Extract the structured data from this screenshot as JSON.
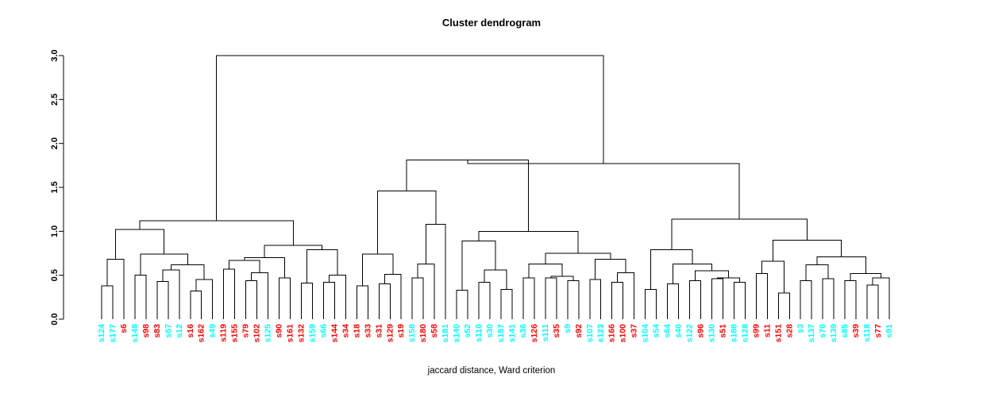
{
  "plot": {
    "title": "Cluster dendrogram",
    "caption": "jaccard distance, Ward criterion",
    "background": "#ffffff",
    "link_color": "#000000",
    "label_colors": {
      "group_a": "#00FFFF",
      "group_b": "#FF0000"
    }
  },
  "chart_data": {
    "type": "dendrogram",
    "title": "Cluster dendrogram",
    "xlabel": "jaccard distance, Ward criterion",
    "ylabel": "",
    "ylim": [
      0.0,
      3.0
    ],
    "yticks": [
      "0.0",
      "0.5",
      "1.0",
      "1.5",
      "2.0",
      "2.5",
      "3.0"
    ],
    "ytick_values": [
      0.0,
      0.5,
      1.0,
      1.5,
      2.0,
      2.5,
      3.0
    ],
    "grid": false,
    "legend": "none",
    "n_leaves": 72,
    "leaf_order": [
      "s124",
      "s177",
      "s6",
      "s148",
      "s98",
      "s83",
      "s67",
      "s12",
      "s16",
      "s162",
      "s49",
      "s119",
      "s155",
      "s79",
      "s102",
      "s125",
      "s90",
      "s161",
      "s132",
      "s159",
      "s66",
      "s144",
      "s34",
      "s18",
      "s33",
      "s31",
      "s129",
      "s19",
      "s158",
      "s180",
      "s58",
      "s181",
      "s140",
      "s52",
      "s110",
      "s30",
      "s157",
      "s141",
      "s36",
      "s126",
      "s111",
      "s35",
      "s9",
      "s92",
      "s107",
      "s123",
      "s166",
      "s100",
      "s37",
      "s104",
      "s54",
      "s64",
      "s40",
      "s122",
      "s96",
      "s130",
      "s51",
      "s188",
      "s128",
      "s99",
      "s11",
      "s151",
      "s28",
      "s3",
      "s137",
      "s70",
      "s139",
      "s85",
      "s39",
      "s118",
      "s77",
      "s91"
    ],
    "leaf_label_colors": [
      "#00FFFF",
      "#00FFFF",
      "#FF0000",
      "#00FFFF",
      "#FF0000",
      "#FF0000",
      "#00FFFF",
      "#00FFFF",
      "#FF0000",
      "#FF0000",
      "#00FFFF",
      "#FF0000",
      "#FF0000",
      "#FF0000",
      "#FF0000",
      "#00FFFF",
      "#FF0000",
      "#FF0000",
      "#FF0000",
      "#00FFFF",
      "#00FFFF",
      "#FF0000",
      "#FF0000",
      "#FF0000",
      "#FF0000",
      "#FF0000",
      "#FF0000",
      "#FF0000",
      "#00FFFF",
      "#FF0000",
      "#FF0000",
      "#00FFFF",
      "#00FFFF",
      "#00FFFF",
      "#00FFFF",
      "#00FFFF",
      "#00FFFF",
      "#00FFFF",
      "#00FFFF",
      "#FF0000",
      "#00FFFF",
      "#FF0000",
      "#00FFFF",
      "#FF0000",
      "#00FFFF",
      "#00FFFF",
      "#FF0000",
      "#FF0000",
      "#FF0000",
      "#00FFFF",
      "#00FFFF",
      "#00FFFF",
      "#00FFFF",
      "#00FFFF",
      "#FF0000",
      "#00FFFF",
      "#FF0000",
      "#00FFFF",
      "#00FFFF",
      "#FF0000",
      "#FF0000",
      "#FF0000",
      "#FF0000",
      "#00FFFF",
      "#00FFFF",
      "#00FFFF",
      "#00FFFF",
      "#00FFFF",
      "#FF0000",
      "#00FFFF",
      "#FF0000",
      "#00FFFF"
    ],
    "merges": [
      {
        "id": "m1",
        "left": "s124",
        "right": "s177",
        "height": 0.38
      },
      {
        "id": "m2",
        "left": "m1",
        "right": "s6",
        "height": 0.68
      },
      {
        "id": "m3",
        "left": "s148",
        "right": "s98",
        "height": 0.5
      },
      {
        "id": "m4",
        "left": "s83",
        "right": "s67",
        "height": 0.43
      },
      {
        "id": "m5",
        "left": "m4",
        "right": "s12",
        "height": 0.56
      },
      {
        "id": "m6",
        "left": "s16",
        "right": "s162",
        "height": 0.32
      },
      {
        "id": "m7",
        "left": "m6",
        "right": "s49",
        "height": 0.45
      },
      {
        "id": "m8",
        "left": "m5",
        "right": "m7",
        "height": 0.62
      },
      {
        "id": "m9",
        "left": "m3",
        "right": "m8",
        "height": 0.74
      },
      {
        "id": "m10",
        "left": "m2",
        "right": "m9",
        "height": 1.02
      },
      {
        "id": "m11",
        "left": "s119",
        "right": "s155",
        "height": 0.57
      },
      {
        "id": "m12",
        "left": "s79",
        "right": "s102",
        "height": 0.44
      },
      {
        "id": "m13",
        "left": "m12",
        "right": "s125",
        "height": 0.53
      },
      {
        "id": "m14",
        "left": "m11",
        "right": "m13",
        "height": 0.67
      },
      {
        "id": "m15",
        "left": "s90",
        "right": "s161",
        "height": 0.47
      },
      {
        "id": "m16",
        "left": "m14",
        "right": "m15",
        "height": 0.7
      },
      {
        "id": "m17",
        "left": "s132",
        "right": "s159",
        "height": 0.41
      },
      {
        "id": "m18",
        "left": "s66",
        "right": "s144",
        "height": 0.42
      },
      {
        "id": "m19",
        "left": "m18",
        "right": "s34",
        "height": 0.5
      },
      {
        "id": "m20",
        "left": "m17",
        "right": "m19",
        "height": 0.79
      },
      {
        "id": "m21",
        "left": "m16",
        "right": "m20",
        "height": 0.84
      },
      {
        "id": "m22",
        "left": "m10",
        "right": "m21",
        "height": 1.12
      },
      {
        "id": "m23",
        "left": "s18",
        "right": "s33",
        "height": 0.38
      },
      {
        "id": "m24",
        "left": "s31",
        "right": "s129",
        "height": 0.4
      },
      {
        "id": "m25",
        "left": "m24",
        "right": "s19",
        "height": 0.51
      },
      {
        "id": "m26",
        "left": "m23",
        "right": "m25",
        "height": 0.74
      },
      {
        "id": "m27",
        "left": "s158",
        "right": "s180",
        "height": 0.47
      },
      {
        "id": "m28",
        "left": "m27",
        "right": "s58",
        "height": 0.63
      },
      {
        "id": "m29",
        "left": "m28",
        "right": "s181",
        "height": 1.08
      },
      {
        "id": "m30",
        "left": "m26",
        "right": "m29",
        "height": 1.46
      },
      {
        "id": "m31",
        "left": "s140",
        "right": "s52",
        "height": 0.33
      },
      {
        "id": "m32",
        "left": "s110",
        "right": "s30",
        "height": 0.42
      },
      {
        "id": "m33",
        "left": "s157",
        "right": "s141",
        "height": 0.34
      },
      {
        "id": "m34",
        "left": "m32",
        "right": "m33",
        "height": 0.56
      },
      {
        "id": "m35",
        "left": "m31",
        "right": "m34",
        "height": 0.89
      },
      {
        "id": "m36",
        "left": "s36",
        "right": "s126",
        "height": 0.47
      },
      {
        "id": "m37",
        "left": "s111",
        "right": "s35",
        "height": 0.47
      },
      {
        "id": "m38",
        "left": "s9",
        "right": "s92",
        "height": 0.44
      },
      {
        "id": "m39",
        "left": "m37",
        "right": "m38",
        "height": 0.49
      },
      {
        "id": "m40",
        "left": "m36",
        "right": "m39",
        "height": 0.63
      },
      {
        "id": "m41",
        "left": "s107",
        "right": "s123",
        "height": 0.45
      },
      {
        "id": "m42",
        "left": "s166",
        "right": "s100",
        "height": 0.42
      },
      {
        "id": "m43",
        "left": "m42",
        "right": "s37",
        "height": 0.53
      },
      {
        "id": "m44",
        "left": "m41",
        "right": "m43",
        "height": 0.68
      },
      {
        "id": "m45",
        "left": "m40",
        "right": "m44",
        "height": 0.75
      },
      {
        "id": "m46",
        "left": "m35",
        "right": "m45",
        "height": 1.0
      },
      {
        "id": "m47",
        "left": "m30",
        "right": "m46",
        "height": 1.81
      },
      {
        "id": "m48",
        "left": "s104",
        "right": "s54",
        "height": 0.34
      },
      {
        "id": "m49",
        "left": "s64",
        "right": "s40",
        "height": 0.4
      },
      {
        "id": "m50",
        "left": "s122",
        "right": "s96",
        "height": 0.44
      },
      {
        "id": "m51",
        "left": "s130",
        "right": "s51",
        "height": 0.46
      },
      {
        "id": "m52",
        "left": "s188",
        "right": "s128",
        "height": 0.42
      },
      {
        "id": "m53",
        "left": "m51",
        "right": "m52",
        "height": 0.47
      },
      {
        "id": "m54",
        "left": "m50",
        "right": "m53",
        "height": 0.55
      },
      {
        "id": "m55",
        "left": "m49",
        "right": "m54",
        "height": 0.63
      },
      {
        "id": "m56",
        "left": "m48",
        "right": "m55",
        "height": 0.79
      },
      {
        "id": "m57",
        "left": "s99",
        "right": "s11",
        "height": 0.52
      },
      {
        "id": "m58",
        "left": "s151",
        "right": "s28",
        "height": 0.3
      },
      {
        "id": "m59",
        "left": "m57",
        "right": "m58",
        "height": 0.66
      },
      {
        "id": "m60",
        "left": "s3",
        "right": "s137",
        "height": 0.44
      },
      {
        "id": "m61",
        "left": "s70",
        "right": "s139",
        "height": 0.46
      },
      {
        "id": "m62",
        "left": "m60",
        "right": "m61",
        "height": 0.62
      },
      {
        "id": "m63",
        "left": "s85",
        "right": "s39",
        "height": 0.44
      },
      {
        "id": "m64",
        "left": "s118",
        "right": "s77",
        "height": 0.39
      },
      {
        "id": "m65",
        "left": "m64",
        "right": "s91",
        "height": 0.47
      },
      {
        "id": "m66",
        "left": "m63",
        "right": "m65",
        "height": 0.52
      },
      {
        "id": "m67",
        "left": "m62",
        "right": "m66",
        "height": 0.71
      },
      {
        "id": "m68",
        "left": "m59",
        "right": "m67",
        "height": 0.9
      },
      {
        "id": "m69",
        "left": "m56",
        "right": "m68",
        "height": 1.14
      },
      {
        "id": "m70",
        "left": "m47",
        "right": "m69",
        "height": 1.77
      },
      {
        "id": "m71",
        "left": "m22",
        "right": "m70",
        "height": 3.0
      }
    ]
  }
}
